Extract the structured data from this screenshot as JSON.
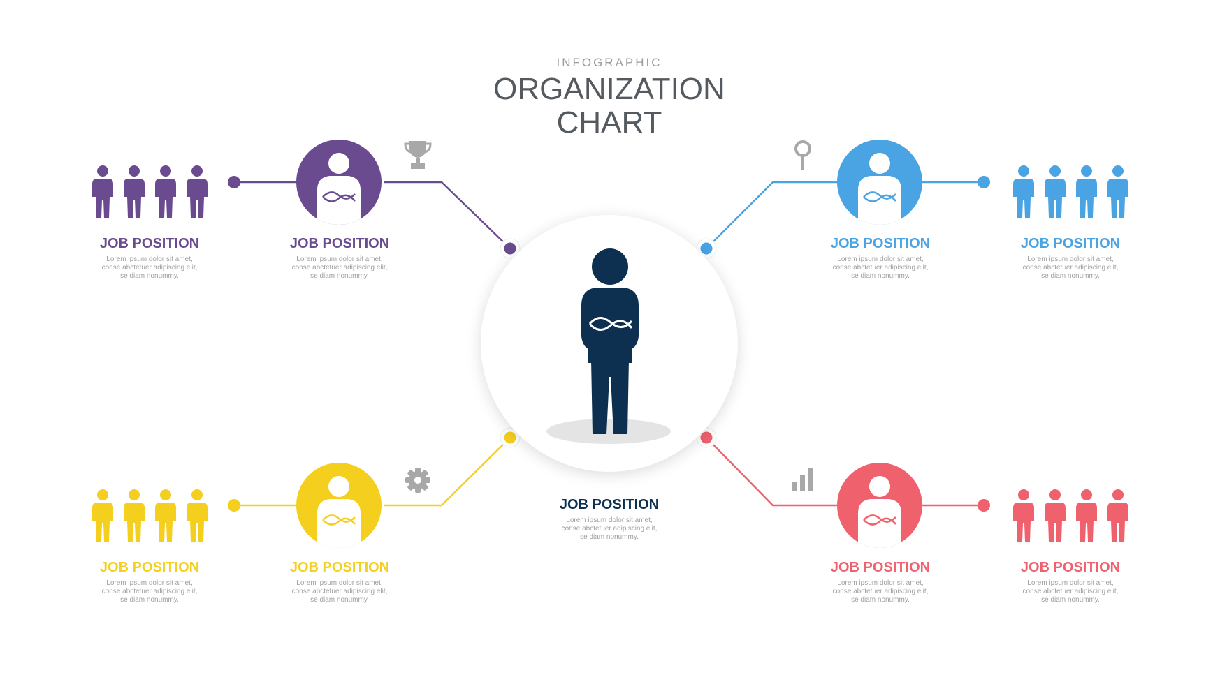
{
  "header": {
    "kicker": "INFOGRAPHIC",
    "title_line1": "ORGANIZATION",
    "title_line2": "CHART"
  },
  "colors": {
    "purple": "#6a4b8f",
    "blue": "#4aa3e3",
    "yellow": "#f5cf1e",
    "red": "#f0616e",
    "navy": "#0d3050",
    "connector_dot_ring": "#ffffff"
  },
  "center": {
    "title": "JOB POSITION",
    "desc": "Lorem ipsum dolor sit amet, conse abctetuer adipiscing elit, se diam nonummy."
  },
  "branches": [
    {
      "id": "purple",
      "icon": "trophy-icon",
      "position_node": {
        "title": "JOB POSITION",
        "desc": "Lorem ipsum dolor sit amet, conse abctetuer adipiscing elit, se diam nonummy."
      },
      "team_node": {
        "title": "JOB POSITION",
        "desc": "Lorem ipsum dolor sit amet, conse abctetuer adipiscing elit, se diam nonummy."
      }
    },
    {
      "id": "blue",
      "icon": "magnifier-icon",
      "position_node": {
        "title": "JOB POSITION",
        "desc": "Lorem ipsum dolor sit amet, conse abctetuer adipiscing elit, se diam nonummy."
      },
      "team_node": {
        "title": "JOB POSITION",
        "desc": "Lorem ipsum dolor sit amet, conse abctetuer adipiscing elit, se diam nonummy."
      }
    },
    {
      "id": "yellow",
      "icon": "gear-icon",
      "position_node": {
        "title": "JOB POSITION",
        "desc": "Lorem ipsum dolor sit amet, conse abctetuer adipiscing elit, se diam nonummy."
      },
      "team_node": {
        "title": "JOB POSITION",
        "desc": "Lorem ipsum dolor sit amet, conse abctetuer adipiscing elit, se diam nonummy."
      }
    },
    {
      "id": "red",
      "icon": "bar-chart-icon",
      "position_node": {
        "title": "JOB POSITION",
        "desc": "Lorem ipsum dolor sit amet, conse abctetuer adipiscing elit, se diam nonummy."
      },
      "team_node": {
        "title": "JOB POSITION",
        "desc": "Lorem ipsum dolor sit amet, conse abctetuer adipiscing elit, se diam nonummy."
      }
    }
  ]
}
